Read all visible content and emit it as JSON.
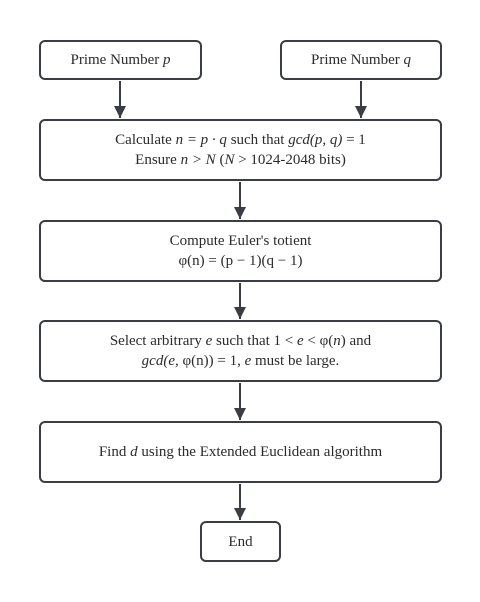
{
  "nodes": {
    "prime_p": {
      "prefix": "Prime Number ",
      "var": "p"
    },
    "prime_q": {
      "prefix": "Prime Number ",
      "var": "q"
    },
    "calc_n": {
      "line1": {
        "t1": "Calculate ",
        "v1": "n = p · q",
        "t2": " such that ",
        "v2": "gcd(p, q)",
        "t3": " = 1"
      },
      "line2": {
        "t1": "Ensure ",
        "v1": "n > N",
        "t2": " (",
        "v2": "N",
        "t3": " > 1024-2048 bits)"
      }
    },
    "totient": {
      "line1": "Compute Euler's totient",
      "line2": "φ(n) = (p − 1)(q − 1)"
    },
    "select_e": {
      "line1": {
        "t1": "Select arbitrary ",
        "v1": "e",
        "t2": " such that 1 < ",
        "v2": "e",
        "t3": " < φ(",
        "v3": "n",
        "t4": ") and"
      },
      "line2": {
        "v1": "gcd(e,",
        "t1": " φ(n)) = 1, ",
        "v2": "e",
        "t2": " must be large."
      }
    },
    "find_d": {
      "t1": "Find ",
      "v1": "d",
      "t2": " using the Extended Euclidean algorithm"
    },
    "end": {
      "label": "End"
    }
  },
  "colors": {
    "border": "#3a3d44",
    "arrow": "#3a3d44",
    "text": "#2b2b2b",
    "background": "#ffffff"
  }
}
